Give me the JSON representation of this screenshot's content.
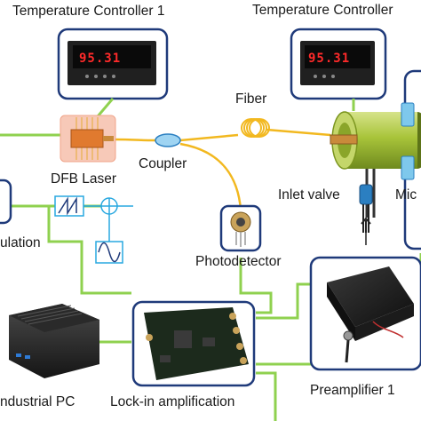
{
  "labels": {
    "temp_controller_1": "Temperature Controller 1",
    "temp_controller_2": "Temperature Controller",
    "fiber": "Fiber",
    "dfb_laser": "DFB Laser",
    "coupler": "Coupler",
    "inlet_valve": "Inlet valve",
    "microphone_partial": "Mic",
    "modulation_partial": "ulation",
    "photodetector": "Photodetector",
    "preamplifier": "Preamplifier 1",
    "industrial_pc": "ndustrial PC",
    "lockin": "Lock-in amplification"
  },
  "displays": {
    "controller_1_value": "95.31",
    "controller_2_value": "95.31"
  },
  "colors": {
    "box_border": "#1f3a7a",
    "signal_line": "#8fd14f",
    "fiber_line": "#f2b81f",
    "feedback_line": "#29a8e0",
    "cell_green": "#a8c43a",
    "laser_highlight": "#f7c9b8"
  }
}
